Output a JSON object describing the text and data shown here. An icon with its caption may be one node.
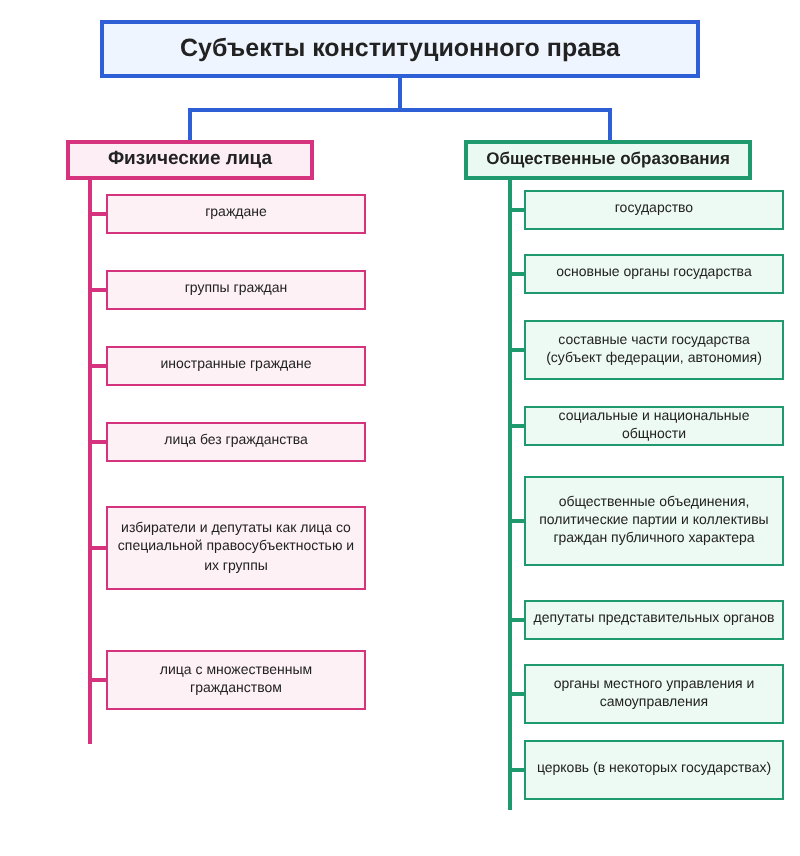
{
  "diagram": {
    "nodes": [
      {
        "text": [
          "Субъекты конституционного права"
        ]
      },
      {
        "text": [
          "Физические лица"
        ]
      },
      {
        "text": [
          "граждане"
        ]
      },
      {
        "text": [
          "группы граждан"
        ]
      },
      {
        "text": [
          "иностранные граждане"
        ]
      },
      {
        "text": [
          "лица без гражданства"
        ]
      },
      {
        "text": [
          "избиратели и депутаты как лица со специальной правосубъектностью и их группы"
        ]
      },
      {
        "text": [
          "лица с множественным гражданством"
        ]
      },
      {
        "text": [
          "Общественные образования"
        ]
      },
      {
        "text": [
          "государство"
        ]
      },
      {
        "text": [
          "основные органы государства"
        ]
      },
      {
        "text": [
          "составные части государства (субъект федерации, автономия)"
        ]
      },
      {
        "text": [
          "социальные и национальные общности"
        ]
      },
      {
        "text": [
          "общественные объединения, политические партии и коллективы граждан публичного характера"
        ]
      },
      {
        "text": [
          "депутаты представительных органов"
        ]
      },
      {
        "text": [
          "органы местного управления и самоуправления"
        ]
      },
      {
        "text": [
          "церковь (в некоторых государствах)"
        ]
      }
    ],
    "edges": [
      {
        "from": 0,
        "to": 1,
        "arrow": "none",
        "color": "#2f5fd6"
      },
      {
        "from": 0,
        "to": 8,
        "arrow": "none",
        "color": "#2f5fd6"
      },
      {
        "from": 1,
        "to": 2,
        "arrow": "none",
        "color": "#d6337e"
      },
      {
        "from": 1,
        "to": 3,
        "arrow": "none",
        "color": "#d6337e"
      },
      {
        "from": 1,
        "to": 4,
        "arrow": "none",
        "color": "#d6337e"
      },
      {
        "from": 1,
        "to": 5,
        "arrow": "none",
        "color": "#d6337e"
      },
      {
        "from": 1,
        "to": 6,
        "arrow": "none",
        "color": "#d6337e"
      },
      {
        "from": 1,
        "to": 7,
        "arrow": "none",
        "color": "#d6337e"
      },
      {
        "from": 8,
        "to": 9,
        "arrow": "none"
      },
      {
        "from": 8,
        "to": 10,
        "arrow": "none"
      },
      {
        "from": 8,
        "to": 11,
        "arrow": "none"
      },
      {
        "from": 8,
        "to": 12,
        "arrow": "none"
      },
      {
        "from": 8,
        "to": 13,
        "arrow": "none"
      },
      {
        "from": 8,
        "to": 14,
        "arrow": "none"
      },
      {
        "from": 8,
        "to": 15,
        "arrow": "none"
      },
      {
        "from": 8,
        "to": 16,
        "arrow": "none"
      }
    ]
  }
}
